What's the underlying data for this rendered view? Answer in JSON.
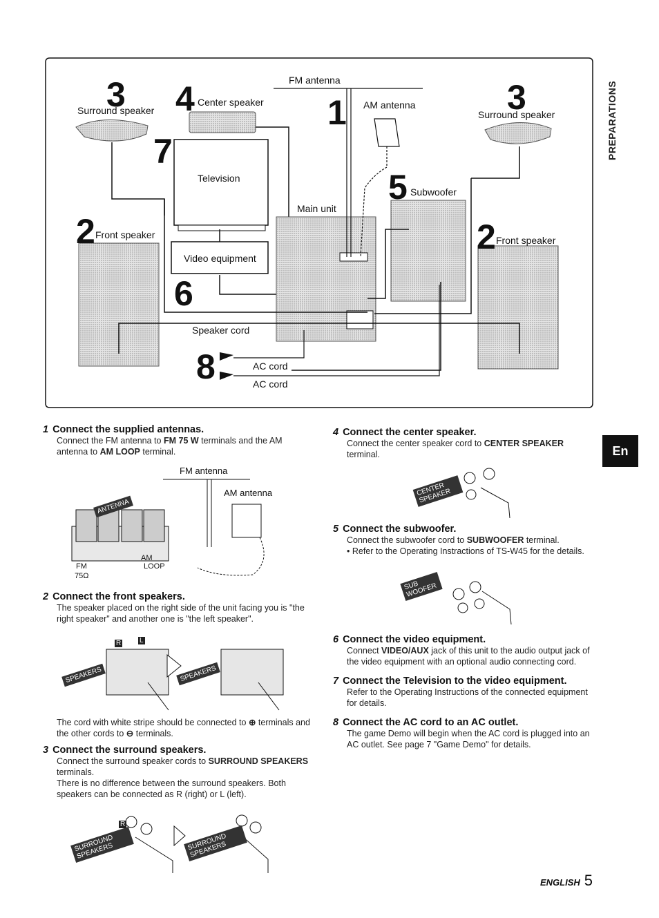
{
  "diagram": {
    "numbers": {
      "n3_left": "3",
      "n4": "4",
      "n1": "1",
      "n3_right": "3",
      "n7": "7",
      "n5": "5",
      "n2_left": "2",
      "n2_right": "2",
      "n6": "6",
      "n8": "8"
    },
    "labels": {
      "surround_left": "Surround speaker",
      "center_speaker": "Center speaker",
      "fm_antenna": "FM antenna",
      "am_antenna": "AM antenna",
      "surround_right": "Surround speaker",
      "television": "Television",
      "subwoofer": "Subwoofer",
      "main_unit": "Main unit",
      "front_left": "Front speaker",
      "front_right": "Front speaker",
      "video_equipment": "Video equipment",
      "speaker_cord": "Speaker cord",
      "ac_cord_1": "AC cord",
      "ac_cord_2": "AC cord"
    }
  },
  "side_tab": {
    "text": "PREPARATIONS",
    "lang_tab": "En"
  },
  "steps": {
    "s1": {
      "num": "1",
      "title": "Connect the supplied antennas.",
      "t1": "Connect the FM antenna to ",
      "b1": "FM 75 W",
      "t2": " terminals and the AM antenna to ",
      "b2": "AM LOOP",
      "t3": " terminal.",
      "fm_label": "FM antenna",
      "am_label": "AM antenna",
      "plate": "ANTENNA",
      "fm_small": "FM",
      "ohm": "75Ω",
      "am_small": "AM",
      "loop_small": "LOOP"
    },
    "s2": {
      "num": "2",
      "title": "Connect the front speakers.",
      "text": "The speaker placed on the right side of the unit facing you is \"the right speaker\" and another one is \"the left speaker\".",
      "note_pre": "The cord with white stripe should be connected to ",
      "plus": "⊕",
      "note_mid": " terminals and the other cords to ",
      "minus": "⊖",
      "note_post": " terminals.",
      "plate": "SPEAKERS",
      "r": "R",
      "l": "L"
    },
    "s3": {
      "num": "3",
      "title": "Connect the surround speakers.",
      "t1": "Connect the surround speaker cords to ",
      "b1": "SURROUND SPEAKERS",
      "t2": " terminals.",
      "text2": "There is no difference between the surround speakers. Both speakers can be connected as R (right) or L (left).",
      "plate": "SURROUND SPEAKERS",
      "r": "R"
    },
    "s4": {
      "num": "4",
      "title": "Connect the center speaker.",
      "t1": "Connect the center speaker cord to ",
      "b1": "CENTER SPEAKER",
      "t2": " terminal.",
      "plate": "CENTER SPEAKER"
    },
    "s5": {
      "num": "5",
      "title": "Connect the subwoofer.",
      "t1": "Connect the subwoofer cord to ",
      "b1": "SUBWOOFER",
      "t2": " terminal.",
      "bullet": "• Refer to the Operating Instractions of TS-W45 for the details.",
      "plate": "SUB WOOFER"
    },
    "s6": {
      "num": "6",
      "title": "Connect the video equipment.",
      "t1": "Connect ",
      "b1": "VIDEO/AUX",
      "t2": " jack of this unit to the audio output jack of the video equipment with an optional audio connecting cord."
    },
    "s7": {
      "num": "7",
      "title": "Connect the Television to the video equipment.",
      "text": "Refer to the Operating Instructions of the connected equipment for details."
    },
    "s8": {
      "num": "8",
      "title": "Connect the AC cord to an AC outlet.",
      "text": "The game Demo will begin when the AC cord is plugged into an AC outlet. See page 7 \"Game Demo\" for details."
    }
  },
  "footer": {
    "label": "ENGLISH",
    "page": "5"
  },
  "colors": {
    "stipple": "#cfcfcf",
    "ink": "#111111",
    "tab": "#111111"
  }
}
